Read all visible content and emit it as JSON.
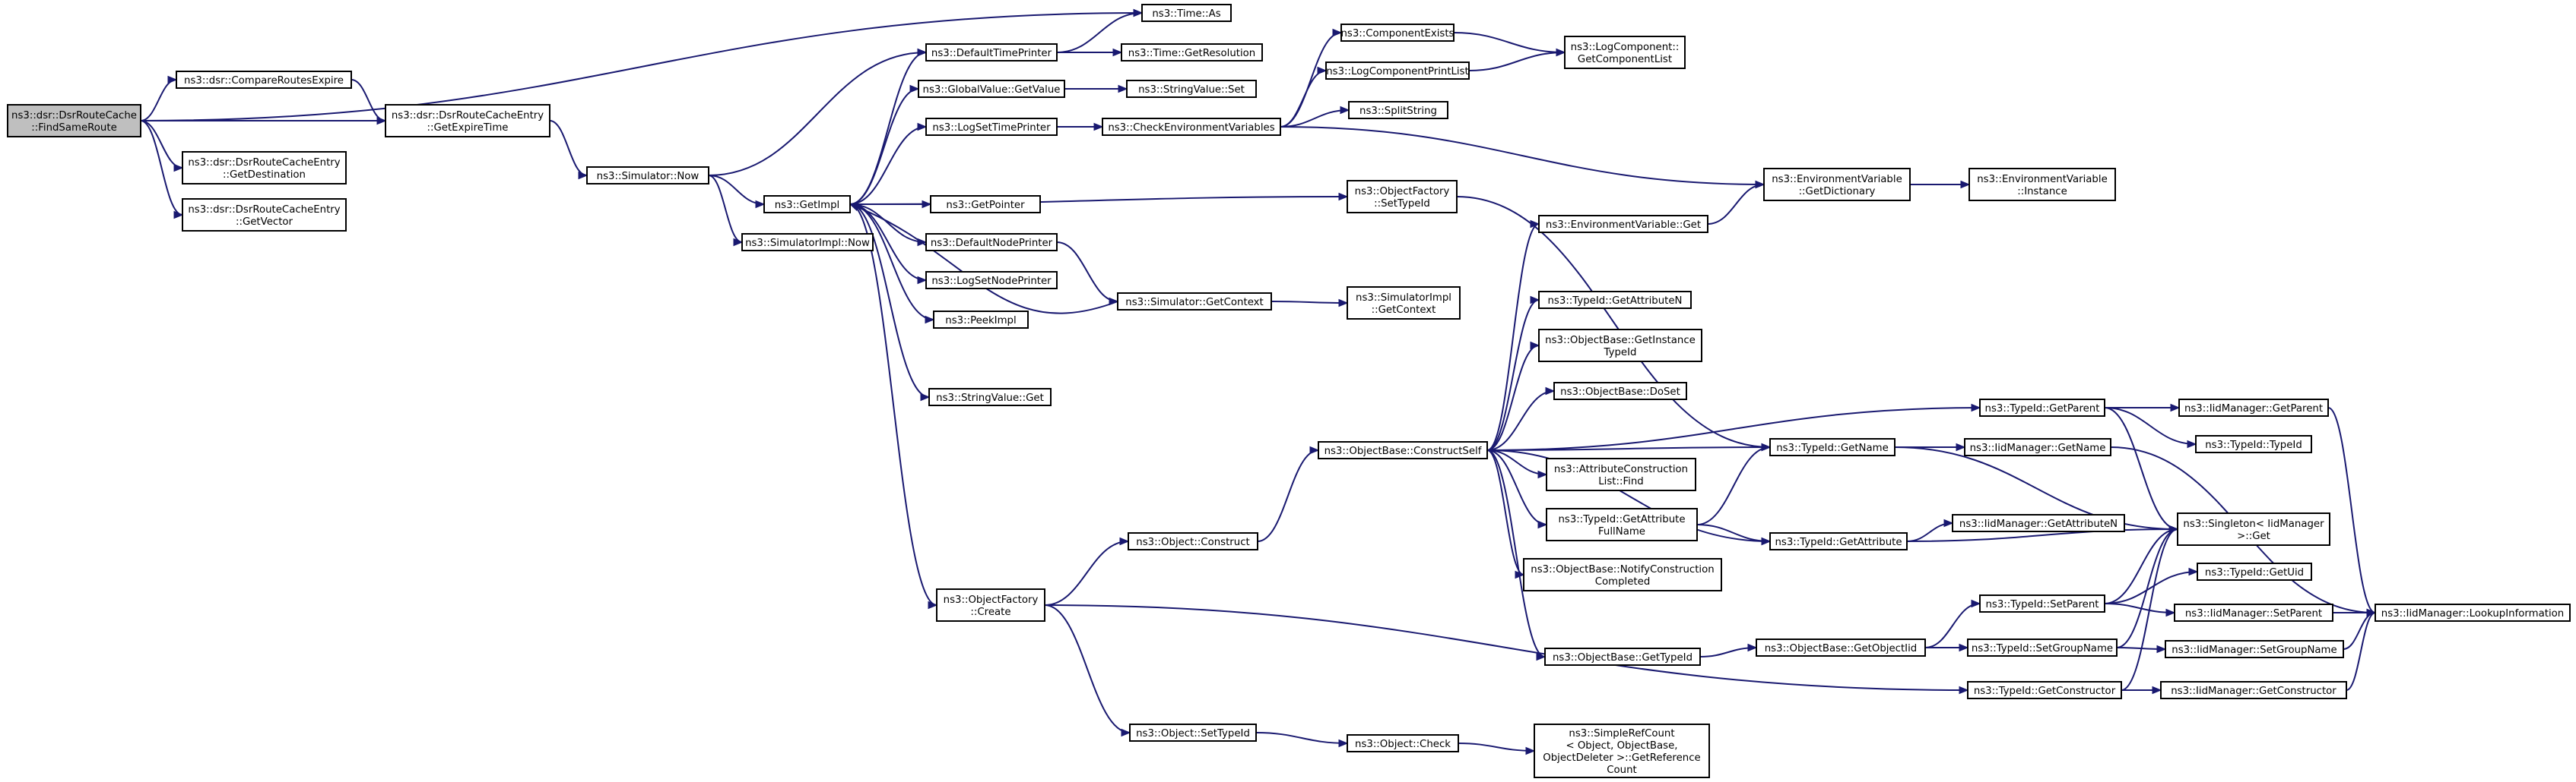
{
  "nodes": [
    {
      "id": "root",
      "lines": [
        "ns3::dsr::DsrRouteCache",
        "::FindSameRoute"
      ],
      "root": true
    },
    {
      "id": "cmpExpire",
      "lines": [
        "ns3::dsr::CompareRoutesExpire"
      ]
    },
    {
      "id": "getDest",
      "lines": [
        "ns3::dsr::DsrRouteCacheEntry",
        "::GetDestination"
      ]
    },
    {
      "id": "getVector",
      "lines": [
        "ns3::dsr::DsrRouteCacheEntry",
        "::GetVector"
      ]
    },
    {
      "id": "getExpire",
      "lines": [
        "ns3::dsr::DsrRouteCacheEntry",
        "::GetExpireTime"
      ]
    },
    {
      "id": "timeAs",
      "lines": [
        "ns3::Time::As"
      ]
    },
    {
      "id": "simNow",
      "lines": [
        "ns3::Simulator::Now"
      ]
    },
    {
      "id": "getImpl",
      "lines": [
        "ns3::GetImpl"
      ]
    },
    {
      "id": "simImplNow",
      "lines": [
        "ns3::SimulatorImpl::Now"
      ]
    },
    {
      "id": "defTimePrinter",
      "lines": [
        "ns3::DefaultTimePrinter"
      ]
    },
    {
      "id": "getResolution",
      "lines": [
        "ns3::Time::GetResolution"
      ]
    },
    {
      "id": "gvGetValue",
      "lines": [
        "ns3::GlobalValue::GetValue"
      ]
    },
    {
      "id": "svSet",
      "lines": [
        "ns3::StringValue::Set"
      ]
    },
    {
      "id": "logSetTimePrinter",
      "lines": [
        "ns3::LogSetTimePrinter"
      ]
    },
    {
      "id": "checkEnv",
      "lines": [
        "ns3::CheckEnvironmentVariables"
      ]
    },
    {
      "id": "compExists",
      "lines": [
        "ns3::ComponentExists"
      ]
    },
    {
      "id": "logCompPrintList",
      "lines": [
        "ns3::LogComponentPrintList"
      ]
    },
    {
      "id": "getCompList",
      "lines": [
        "ns3::LogComponent::",
        "GetComponentList"
      ]
    },
    {
      "id": "splitString",
      "lines": [
        "ns3::SplitString"
      ]
    },
    {
      "id": "envGetDict",
      "lines": [
        "ns3::EnvironmentVariable",
        "::GetDictionary"
      ]
    },
    {
      "id": "envInstance",
      "lines": [
        "ns3::EnvironmentVariable",
        "::Instance"
      ]
    },
    {
      "id": "ofSetTypeId",
      "lines": [
        "ns3::ObjectFactory",
        "::SetTypeId"
      ]
    },
    {
      "id": "getPointer",
      "lines": [
        "ns3::GetPointer"
      ]
    },
    {
      "id": "defNodePrinter",
      "lines": [
        "ns3::DefaultNodePrinter"
      ]
    },
    {
      "id": "logSetNodePrinter",
      "lines": [
        "ns3::LogSetNodePrinter"
      ]
    },
    {
      "id": "peekImpl",
      "lines": [
        "ns3::PeekImpl"
      ]
    },
    {
      "id": "simGetContext",
      "lines": [
        "ns3::Simulator::GetContext"
      ]
    },
    {
      "id": "simImplGetContext",
      "lines": [
        "ns3::SimulatorImpl",
        "::GetContext"
      ]
    },
    {
      "id": "svGet",
      "lines": [
        "ns3::StringValue::Get"
      ]
    },
    {
      "id": "envGet",
      "lines": [
        "ns3::EnvironmentVariable::Get"
      ]
    },
    {
      "id": "tidGetAttrN",
      "lines": [
        "ns3::TypeId::GetAttributeN"
      ]
    },
    {
      "id": "obGetInstTid",
      "lines": [
        "ns3::ObjectBase::GetInstance",
        "TypeId"
      ]
    },
    {
      "id": "obDoSet",
      "lines": [
        "ns3::ObjectBase::DoSet"
      ]
    },
    {
      "id": "obConstructSelf",
      "lines": [
        "ns3::ObjectBase::ConstructSelf"
      ]
    },
    {
      "id": "attrConstrFind",
      "lines": [
        "ns3::AttributeConstruction",
        "List::Find"
      ]
    },
    {
      "id": "tidGetAttrFullName",
      "lines": [
        "ns3::TypeId::GetAttribute",
        "FullName"
      ]
    },
    {
      "id": "obNotify",
      "lines": [
        "ns3::ObjectBase::NotifyConstruction",
        "Completed"
      ]
    },
    {
      "id": "obGetTypeId",
      "lines": [
        "ns3::ObjectBase::GetTypeId"
      ]
    },
    {
      "id": "objConstruct",
      "lines": [
        "ns3::Object::Construct"
      ]
    },
    {
      "id": "ofCreate",
      "lines": [
        "ns3::ObjectFactory",
        "::Create"
      ]
    },
    {
      "id": "objSetTypeId",
      "lines": [
        "ns3::Object::SetTypeId"
      ]
    },
    {
      "id": "objCheck",
      "lines": [
        "ns3::Object::Check"
      ]
    },
    {
      "id": "refCount",
      "lines": [
        "ns3::SimpleRefCount",
        "< Object, ObjectBase,",
        "ObjectDeleter >::GetReference",
        "Count"
      ]
    },
    {
      "id": "tidGetName",
      "lines": [
        "ns3::TypeId::GetName"
      ]
    },
    {
      "id": "tidGetAttribute",
      "lines": [
        "ns3::TypeId::GetAttribute"
      ]
    },
    {
      "id": "obGetObjectIid",
      "lines": [
        "ns3::ObjectBase::GetObjectIid"
      ]
    },
    {
      "id": "tidGetParent",
      "lines": [
        "ns3::TypeId::GetParent"
      ]
    },
    {
      "id": "iidGetName",
      "lines": [
        "ns3::IidManager::GetName"
      ]
    },
    {
      "id": "iidGetAttrN",
      "lines": [
        "ns3::IidManager::GetAttributeN"
      ]
    },
    {
      "id": "tidSetParent",
      "lines": [
        "ns3::TypeId::SetParent"
      ]
    },
    {
      "id": "tidSetGroupName",
      "lines": [
        "ns3::TypeId::SetGroupName"
      ]
    },
    {
      "id": "tidGetConstructor",
      "lines": [
        "ns3::TypeId::GetConstructor"
      ]
    },
    {
      "id": "iidGetParent",
      "lines": [
        "ns3::IidManager::GetParent"
      ]
    },
    {
      "id": "tidTypeId",
      "lines": [
        "ns3::TypeId::TypeId"
      ]
    },
    {
      "id": "singletonGet",
      "lines": [
        "ns3::Singleton< IidManager",
        ">::Get"
      ]
    },
    {
      "id": "tidGetUid",
      "lines": [
        "ns3::TypeId::GetUid"
      ]
    },
    {
      "id": "iidSetParent",
      "lines": [
        "ns3::IidManager::SetParent"
      ]
    },
    {
      "id": "iidSetGroupName",
      "lines": [
        "ns3::IidManager::SetGroupName"
      ]
    },
    {
      "id": "iidGetConstructor",
      "lines": [
        "ns3::IidManager::GetConstructor"
      ]
    },
    {
      "id": "iidLookup",
      "lines": [
        "ns3::IidManager::LookupInformation"
      ]
    }
  ],
  "edges": [
    [
      "root",
      "timeAs"
    ],
    [
      "root",
      "cmpExpire"
    ],
    [
      "root",
      "getExpire"
    ],
    [
      "root",
      "getDest"
    ],
    [
      "root",
      "getVector"
    ],
    [
      "cmpExpire",
      "getExpire"
    ],
    [
      "getExpire",
      "simNow"
    ],
    [
      "simNow",
      "defTimePrinter"
    ],
    [
      "simNow",
      "getImpl"
    ],
    [
      "simNow",
      "simImplNow"
    ],
    [
      "defTimePrinter",
      "timeAs"
    ],
    [
      "defTimePrinter",
      "getResolution"
    ],
    [
      "getImpl",
      "defTimePrinter"
    ],
    [
      "getImpl",
      "gvGetValue"
    ],
    [
      "getImpl",
      "logSetTimePrinter"
    ],
    [
      "getImpl",
      "ofSetTypeId"
    ],
    [
      "getImpl",
      "getPointer"
    ],
    [
      "getImpl",
      "defNodePrinter"
    ],
    [
      "getImpl",
      "logSetNodePrinter"
    ],
    [
      "getImpl",
      "peekImpl"
    ],
    [
      "getImpl",
      "svGet"
    ],
    [
      "getImpl",
      "ofCreate"
    ],
    [
      "gvGetValue",
      "svSet"
    ],
    [
      "logSetTimePrinter",
      "checkEnv"
    ],
    [
      "checkEnv",
      "compExists"
    ],
    [
      "checkEnv",
      "logCompPrintList"
    ],
    [
      "checkEnv",
      "splitString"
    ],
    [
      "checkEnv",
      "envGetDict"
    ],
    [
      "compExists",
      "getCompList"
    ],
    [
      "logCompPrintList",
      "getCompList"
    ],
    [
      "envGetDict",
      "envInstance"
    ],
    [
      "envGet",
      "envGetDict"
    ],
    [
      "defNodePrinter",
      "simGetContext"
    ],
    [
      "simGetContext",
      "getImpl"
    ],
    [
      "simGetContext",
      "simImplGetContext"
    ],
    [
      "ofSetTypeId",
      "tidGetName"
    ],
    [
      "ofCreate",
      "objConstruct"
    ],
    [
      "ofCreate",
      "objSetTypeId"
    ],
    [
      "ofCreate",
      "tidGetConstructor"
    ],
    [
      "objConstruct",
      "obConstructSelf"
    ],
    [
      "obConstructSelf",
      "envGet"
    ],
    [
      "obConstructSelf",
      "tidGetAttrN"
    ],
    [
      "obConstructSelf",
      "obGetInstTid"
    ],
    [
      "obConstructSelf",
      "obDoSet"
    ],
    [
      "obConstructSelf",
      "tidGetName"
    ],
    [
      "obConstructSelf",
      "attrConstrFind"
    ],
    [
      "obConstructSelf",
      "tidGetAttrFullName"
    ],
    [
      "obConstructSelf",
      "obNotify"
    ],
    [
      "obConstructSelf",
      "tidGetAttribute"
    ],
    [
      "obConstructSelf",
      "obGetTypeId"
    ],
    [
      "obConstructSelf",
      "tidGetParent"
    ],
    [
      "tidGetAttrFullName",
      "tidGetName"
    ],
    [
      "tidGetAttrFullName",
      "tidGetAttribute"
    ],
    [
      "tidGetName",
      "iidGetName"
    ],
    [
      "tidGetName",
      "singletonGet"
    ],
    [
      "tidGetAttribute",
      "iidGetAttrN"
    ],
    [
      "tidGetAttribute",
      "singletonGet"
    ],
    [
      "obGetTypeId",
      "obGetObjectIid"
    ],
    [
      "obGetObjectIid",
      "tidSetParent"
    ],
    [
      "obGetObjectIid",
      "tidSetGroupName"
    ],
    [
      "objSetTypeId",
      "objCheck"
    ],
    [
      "objCheck",
      "refCount"
    ],
    [
      "tidGetParent",
      "iidGetParent"
    ],
    [
      "tidGetParent",
      "tidTypeId"
    ],
    [
      "tidGetParent",
      "singletonGet"
    ],
    [
      "iidGetParent",
      "iidLookup"
    ],
    [
      "iidGetName",
      "iidLookup"
    ],
    [
      "tidSetParent",
      "singletonGet"
    ],
    [
      "tidSetParent",
      "tidGetUid"
    ],
    [
      "tidSetParent",
      "iidSetParent"
    ],
    [
      "tidSetGroupName",
      "singletonGet"
    ],
    [
      "tidSetGroupName",
      "iidSetGroupName"
    ],
    [
      "tidGetConstructor",
      "singletonGet"
    ],
    [
      "tidGetConstructor",
      "iidGetConstructor"
    ],
    [
      "iidSetParent",
      "iidLookup"
    ],
    [
      "iidSetGroupName",
      "iidLookup"
    ],
    [
      "iidGetConstructor",
      "iidLookup"
    ]
  ]
}
